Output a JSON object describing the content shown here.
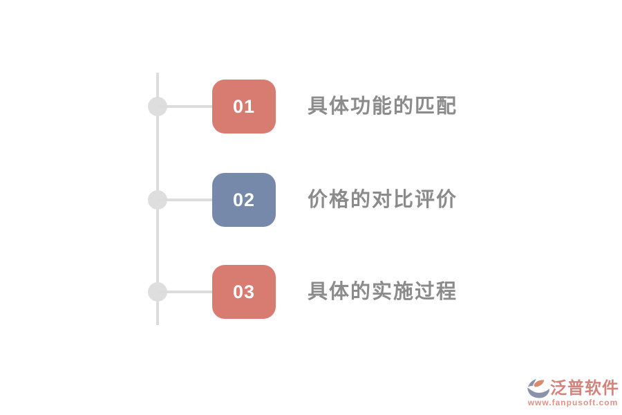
{
  "items": [
    {
      "number": "01",
      "label": "具体功能的匹配",
      "badge_color": "#d87b71"
    },
    {
      "number": "02",
      "label": "价格的对比评价",
      "badge_color": "#7689ab"
    },
    {
      "number": "03",
      "label": "具体的实施过程",
      "badge_color": "#d87b71"
    }
  ],
  "logo": {
    "name": "泛普软件",
    "url": "www.fanpusoft.com"
  },
  "colors": {
    "timeline": "#dcdcdc",
    "node": "#dedede",
    "label_text": "#8b8b8b",
    "badge_text": "#ffffff",
    "salmon": "#d87b71",
    "slate_blue": "#7689ab",
    "logo_text": "#d3837b",
    "logo_url": "#dd9188",
    "logo_icon_slate": "#8a93a9",
    "logo_icon_salmon": "#d8896e"
  }
}
